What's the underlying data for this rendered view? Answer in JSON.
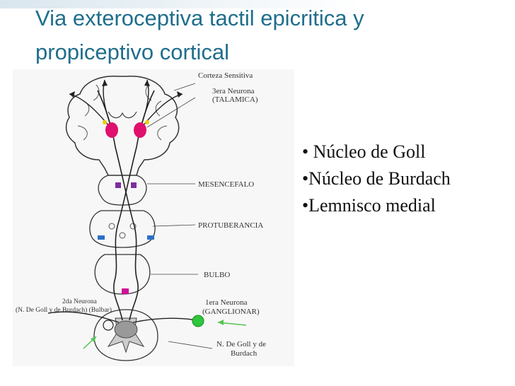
{
  "slide": {
    "title_line1": "Via exteroceptiva tactil epicritica y",
    "title_line2": "propiceptivo cortical"
  },
  "bullets": [
    "• Núcleo de Goll",
    "•Núcleo de Burdach",
    "•Lemnisco medial"
  ],
  "figure": {
    "labels": {
      "corteza": "Corteza Sensitiva",
      "tercera_1": "3era Neurona",
      "tercera_2": "(TALAMICA)",
      "mesencefalo": "MESENCEFALO",
      "protuberancia": "PROTUBERANCIA",
      "bulbo": "BULBO",
      "segunda_1": "2da Neurona",
      "segunda_2": "(N. De Goll y de  Burdach) (Bulbar)",
      "primera_1": "1era Neurona",
      "primera_2": "(GANGLIONAR)",
      "goll_1": "N. De Goll y de",
      "goll_2": "Burdach"
    },
    "colors": {
      "thalamus": "#e0106e",
      "midbrain": "#7a2fa0",
      "pons": "#2d6fc7",
      "bulbar": "#d0109a",
      "ganglion": "#2ec63a",
      "arrow_green": "#55c455"
    }
  }
}
